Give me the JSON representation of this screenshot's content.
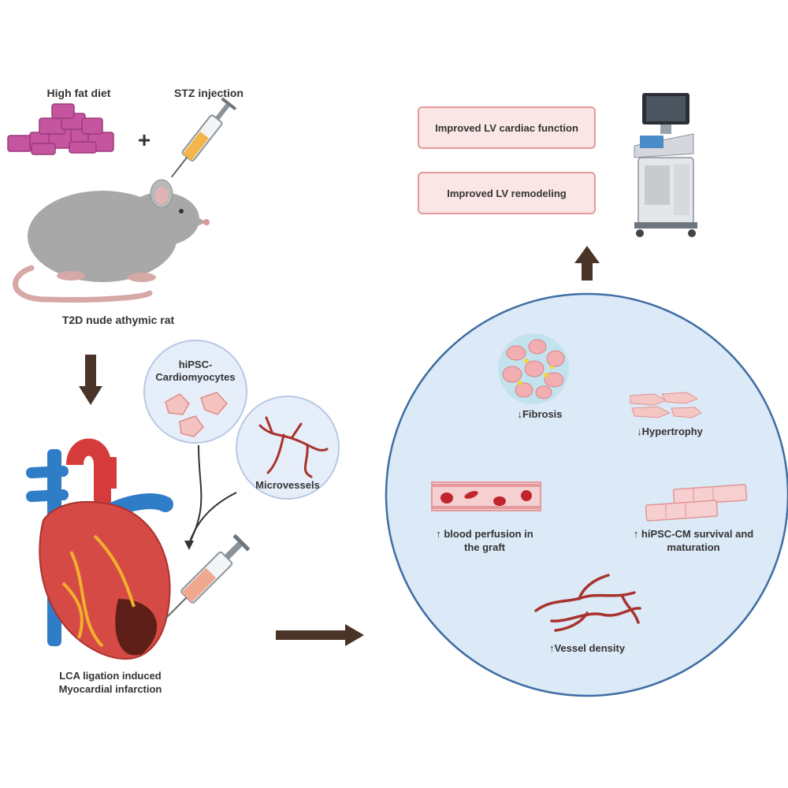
{
  "model": {
    "diet_label": "High fat diet",
    "stz_label": "STZ injection",
    "plus_sign": "+",
    "rat_label": "T2D nude athymic rat"
  },
  "injection": {
    "cells_label": "hiPSC-\nCardiomyocytes",
    "microvessels_label": "Microvessels",
    "mi_label_line1": "LCA ligation induced",
    "mi_label_line2": "Myocardial infarction"
  },
  "outcomes": {
    "cardiac_function": "Improved LV cardiac function",
    "remodeling": "Improved LV remodeling"
  },
  "effects": {
    "fibrosis": "Fibrosis",
    "hypertrophy": "Hypertrophy",
    "perfusion_line1": "blood perfusion in",
    "perfusion_line2": "the graft",
    "survival_line1": "hiPSC-CM survival and",
    "survival_line2": "maturation",
    "vessel_density": "Vessel density"
  },
  "colors": {
    "arrow": "#4a3427",
    "circle_fill": "#dce9f7",
    "circle_stroke": "#3f6ea3",
    "box_fill": "#fbe6e6",
    "box_stroke": "#e39a9a",
    "vessel": "#a8332e"
  }
}
